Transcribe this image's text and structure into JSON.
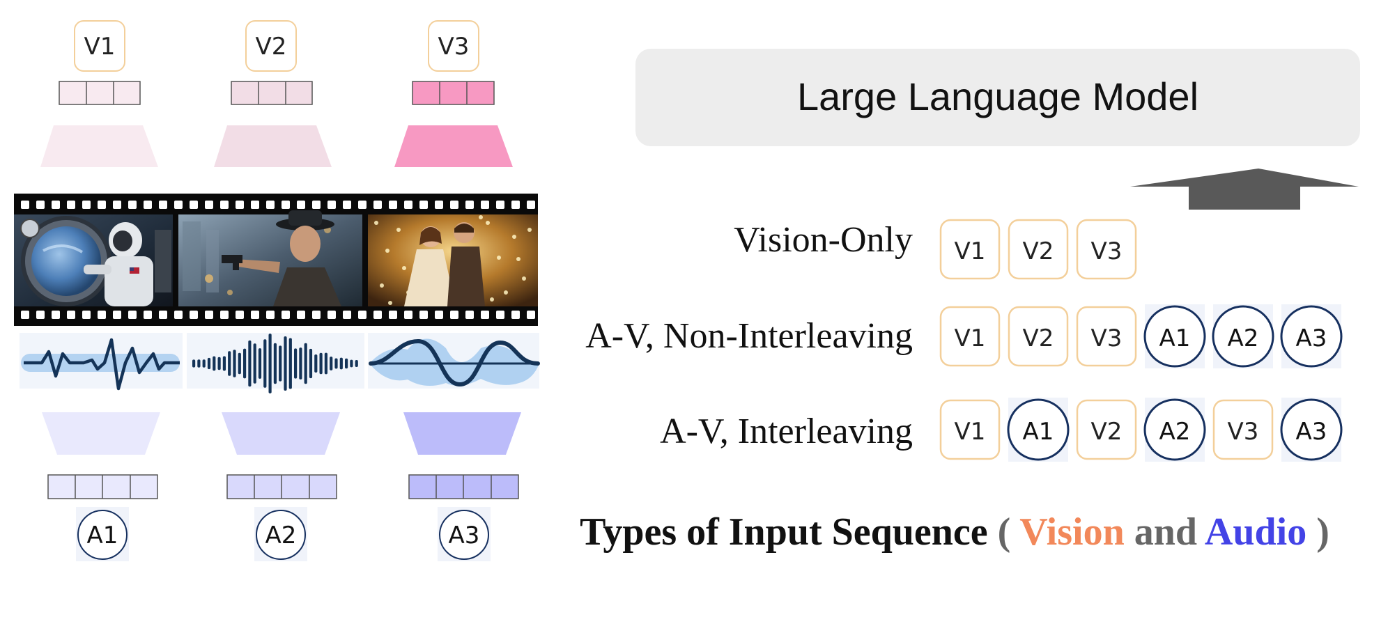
{
  "llm": {
    "label": "Large Language Model"
  },
  "left": {
    "video_tokens": [
      "V1",
      "V2",
      "V3"
    ],
    "audio_tokens": [
      "A1",
      "A2",
      "A3"
    ],
    "film_frames": [
      {
        "scene": "astronaut at spaceship window"
      },
      {
        "scene": "man in hat pointing a pistol"
      },
      {
        "scene": "couple dancing among confetti"
      }
    ]
  },
  "sequences": [
    {
      "label": "Vision-Only",
      "tokens": [
        "V1",
        "V2",
        "V3"
      ]
    },
    {
      "label": "A-V, Non-Interleaving",
      "tokens": [
        "V1",
        "V2",
        "V3",
        "A1",
        "A2",
        "A3"
      ]
    },
    {
      "label": "A-V, Interleaving",
      "tokens": [
        "V1",
        "A1",
        "V2",
        "A2",
        "V3",
        "A3"
      ]
    }
  ],
  "caption": {
    "main": "Types of Input Sequence",
    "open": "(",
    "vision": "Vision",
    "and": " and ",
    "audio": "Audio",
    "close": ")"
  },
  "colors": {
    "vision_border": "#f3cf9a",
    "audio_border": "#16305f",
    "vision_caption": "#f2885a",
    "and_caption": "#666666",
    "audio_caption": "#4343e6",
    "llm_bg": "#ededed",
    "arrow": "#595959",
    "v1_enc": "#f8eaf0",
    "v2_enc": "#f2dde6",
    "v3_enc": "#f799c2",
    "a1_enc": "#e9e9fd",
    "a2_enc": "#d9d9fc",
    "a3_enc": "#bcbcfa"
  }
}
